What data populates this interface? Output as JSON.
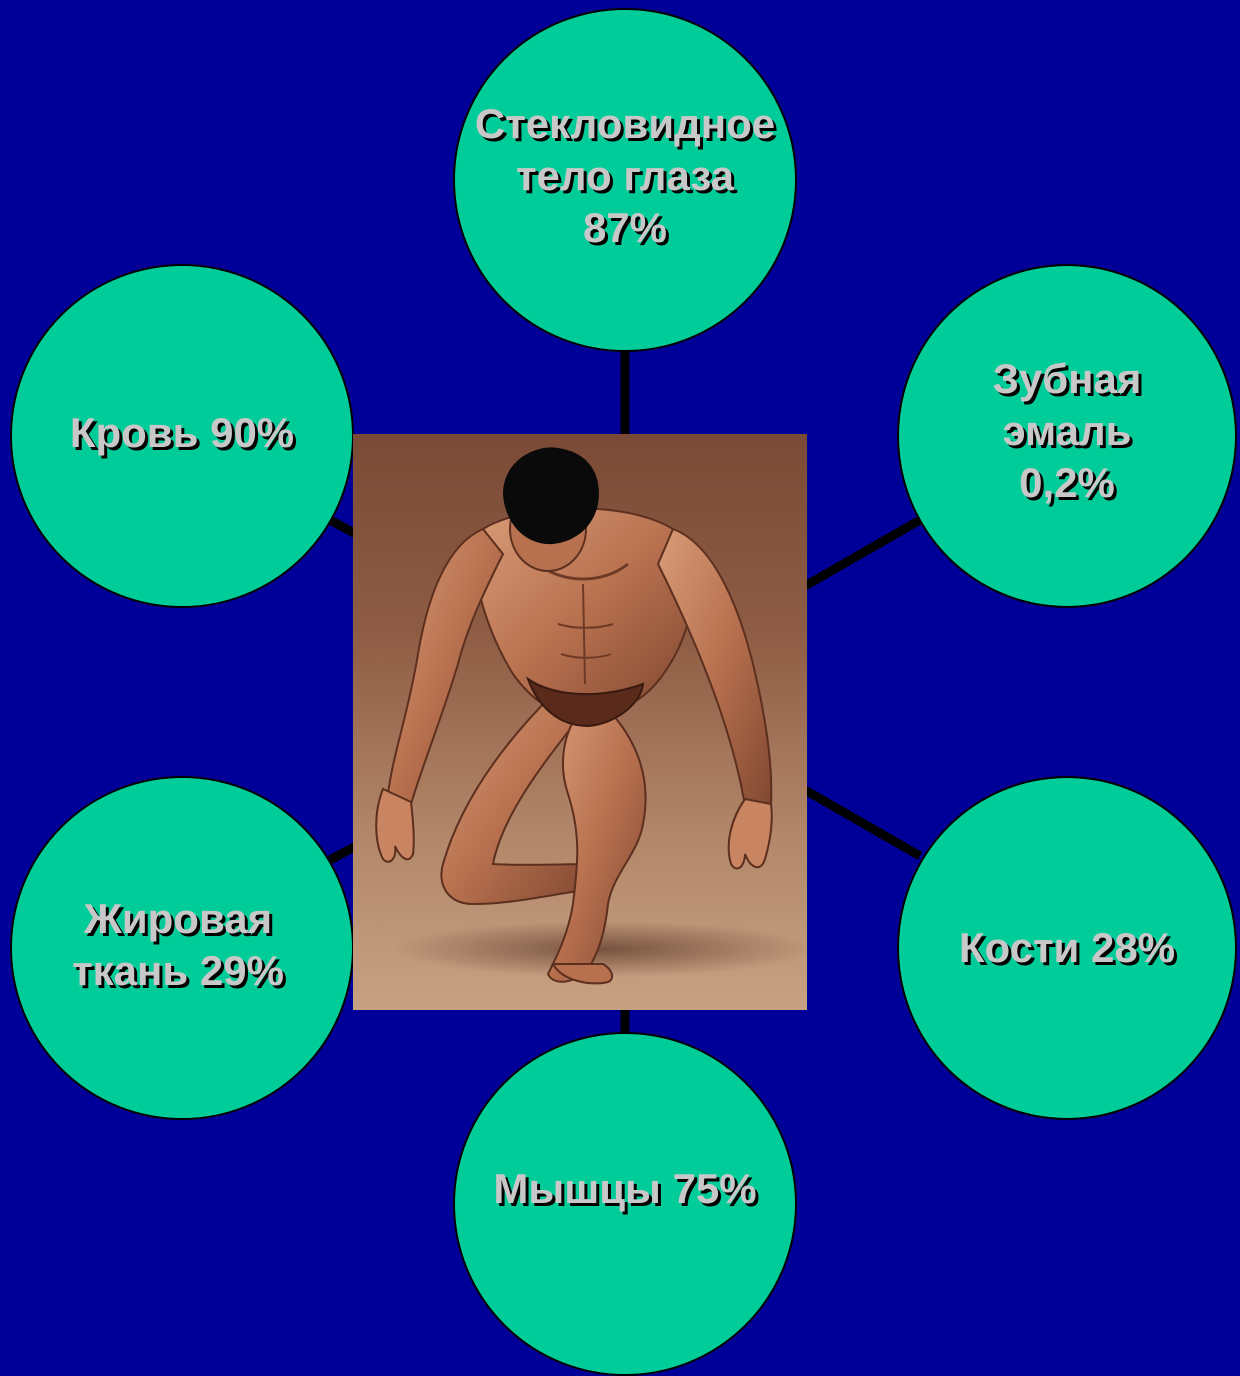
{
  "diagram": {
    "nodes": {
      "top": "Стекловидное\nтело глаза\n87%",
      "left": "Кровь 90%",
      "right": "Зубная\nэмаль\n0,2%",
      "lower_left": "Жировая\nткань 29%",
      "lower_right": "Кости 28%",
      "bottom": "Мышцы 75%"
    },
    "center_image": "crouching-human-figure",
    "colors": {
      "background": "#000099",
      "node_fill": "#00cc99",
      "label_text": "#c8c8c8",
      "connector": "#000000"
    }
  }
}
